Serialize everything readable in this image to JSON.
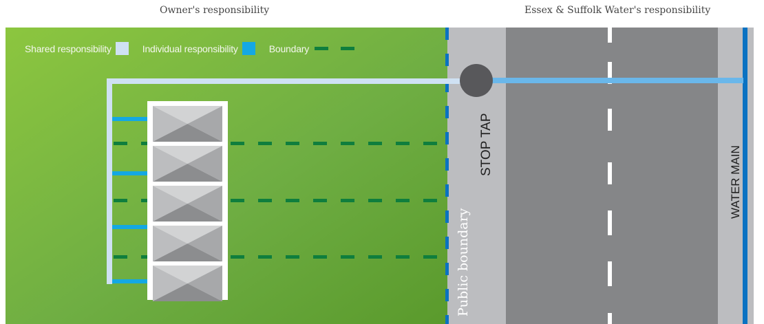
{
  "headers": {
    "owner": "Owner's responsibility",
    "company": "Essex & Suffolk Water's responsibility"
  },
  "legend": {
    "shared": "Shared responsibility",
    "individual": "Individual responsibility",
    "boundary": "Boundary"
  },
  "labels": {
    "public_boundary": "Public boundary",
    "stop_tap": "STOP TAP",
    "water_main": "WATER MAIN"
  },
  "colors": {
    "grass_light": "#8cc63f",
    "grass_dark": "#5a9a2c",
    "pavement": "#bcbdc0",
    "road": "#858688",
    "shared_pipe": "#cfe1f3",
    "individual_pipe": "#14a8e3",
    "boundary": "#0f7e3d",
    "main_pipe": "#0a72c2",
    "stop_tap": "#58585b"
  },
  "units": {
    "count": 5
  }
}
